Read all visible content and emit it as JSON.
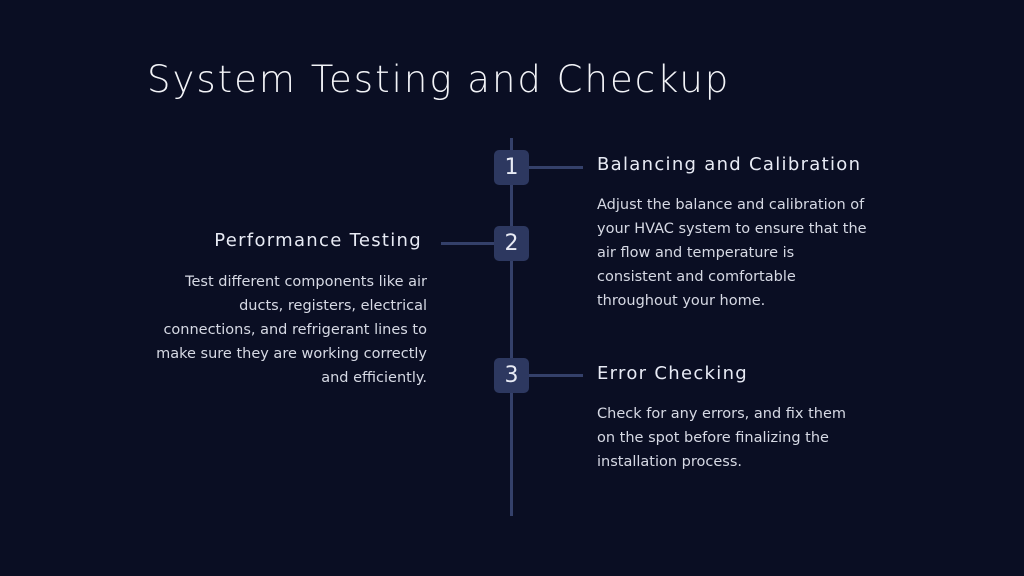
{
  "title": "System Testing and Checkup",
  "steps": [
    {
      "number": "1",
      "heading": "Balancing and Calibration",
      "description": "Adjust the balance and calibration of your HVAC system to ensure that the air flow and temperature is consistent and comfortable throughout your home."
    },
    {
      "number": "2",
      "heading": "Performance Testing",
      "description": "Test different components like air ducts, registers, electrical connections, and refrigerant lines to make sure they are working correctly and efficiently."
    },
    {
      "number": "3",
      "heading": "Error Checking",
      "description": "Check for any errors, and fix them on the spot before finalizing the installation process."
    }
  ],
  "colors": {
    "background": "#0a0e23",
    "line": "#34406a",
    "badge": "#2d3860"
  }
}
